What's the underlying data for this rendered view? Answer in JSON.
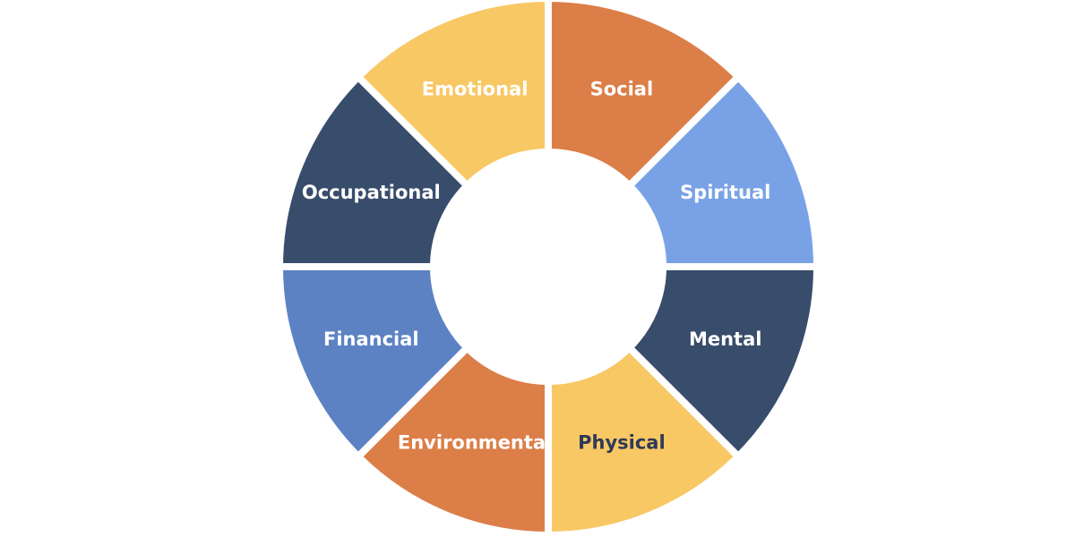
{
  "wheel": {
    "segments": [
      {
        "key": "social",
        "label": "Social",
        "color": "#DC7E48",
        "text_color": "#FFFFFF"
      },
      {
        "key": "spiritual",
        "label": "Spiritual",
        "color": "#79A2E6",
        "text_color": "#FFFFFF"
      },
      {
        "key": "mental",
        "label": "Mental",
        "color": "#384C6C",
        "text_color": "#FFFFFF"
      },
      {
        "key": "physical",
        "label": "Physical",
        "color": "#F8C865",
        "text_color": "#2E3A57"
      },
      {
        "key": "environmental",
        "label": "Environmental",
        "color": "#DC7E48",
        "text_color": "#FFFFFF"
      },
      {
        "key": "financial",
        "label": "Financial",
        "color": "#5C82C4",
        "text_color": "#FFFFFF"
      },
      {
        "key": "occupational",
        "label": "Occupational",
        "color": "#384C6C",
        "text_color": "#FFFFFF"
      },
      {
        "key": "emotional",
        "label": "Emotional",
        "color": "#F8C865",
        "text_color": "#FFFFFF"
      }
    ]
  }
}
